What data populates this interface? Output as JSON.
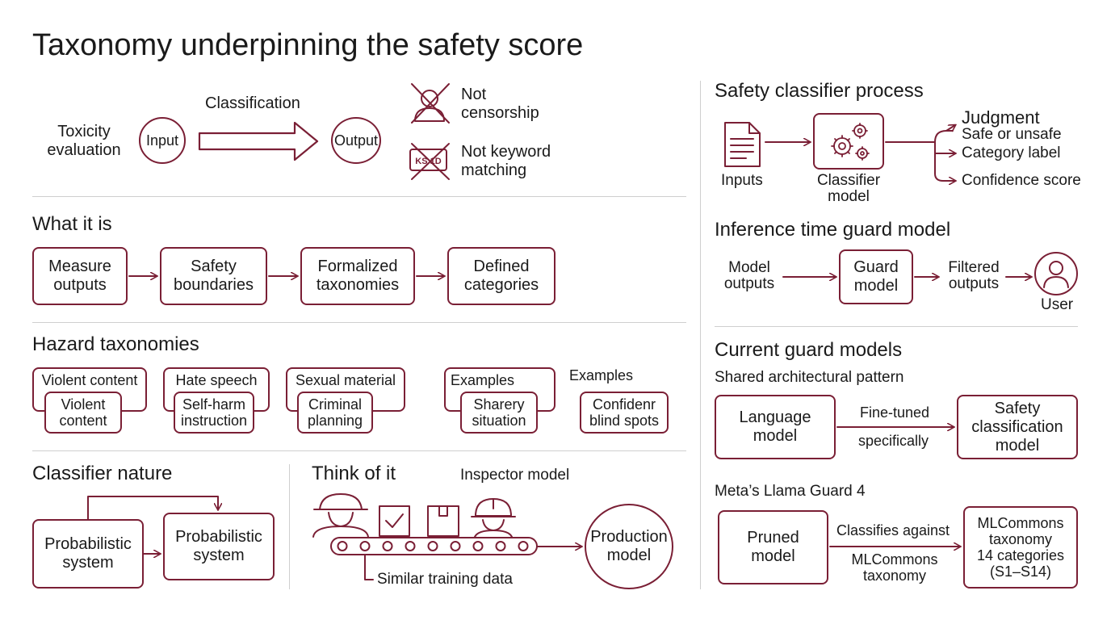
{
  "title": "Taxonomy underpinning the safety score",
  "top": {
    "toxicity": "Toxicity\nevaluation",
    "input": "Input",
    "classification": "Classification",
    "output": "Output",
    "not_censorship": "Not\ncensorship",
    "not_keyword": "Not keyword\nmatching",
    "kw_icon_text": "KS 1D"
  },
  "what": {
    "heading": "What it is",
    "steps": [
      "Measure\noutputs",
      "Safety\nboundaries",
      "Formalized\ntaxonomies",
      "Defined\ncategories"
    ]
  },
  "hazard": {
    "heading": "Hazard taxonomies",
    "groups": [
      {
        "top": "Violent content",
        "inner": "Violent\ncontent"
      },
      {
        "top": "Hate speech",
        "inner": "Self-harm\ninstruction"
      },
      {
        "top": "Sexual material",
        "inner": "Criminal\nplanning"
      },
      {
        "top": "Examples",
        "inner": "Sharery\nsituation"
      },
      {
        "top": "Examples",
        "inner": "Confidenr\nblind spots"
      }
    ]
  },
  "classifier_nature": {
    "heading": "Classifier nature",
    "box1": "Probabilistic\nsystem",
    "box2": "Probabilistic\nsystem"
  },
  "think": {
    "heading": "Think of it",
    "inspector": "Inspector model",
    "production": "Production\nmodel",
    "training": "Similar training data"
  },
  "safety_process": {
    "heading": "Safety classifier process",
    "inputs": "Inputs",
    "classifier": "Classifier\nmodel",
    "judgment": "Judgment",
    "safe_unsafe": "Safe or unsafe",
    "category_label": "Category label",
    "confidence": "Confidence score"
  },
  "guard": {
    "heading": "Inference time guard model",
    "model_outputs": "Model\noutputs",
    "guard_model": "Guard\nmodel",
    "filtered": "Filtered\noutputs",
    "user": "User"
  },
  "current": {
    "heading": "Current guard models",
    "subheading": "Shared architectural pattern",
    "language_model": "Language\nmodel",
    "fine_tuned": "Fine-tuned",
    "specifically": "specifically",
    "safety_model": "Safety\nclassification\nmodel",
    "meta": "Meta’s Llama Guard 4",
    "pruned": "Pruned\nmodel",
    "classifies": "Classifies against",
    "mlc_under": "MLCommons\ntaxonomy",
    "mlc_box": "MLCommons\ntaxonomy\n14 categories\n(S1–S14)"
  },
  "colors": {
    "accent": "#7a1f35",
    "divider": "#cfcfcf",
    "text": "#1a1a1a"
  }
}
